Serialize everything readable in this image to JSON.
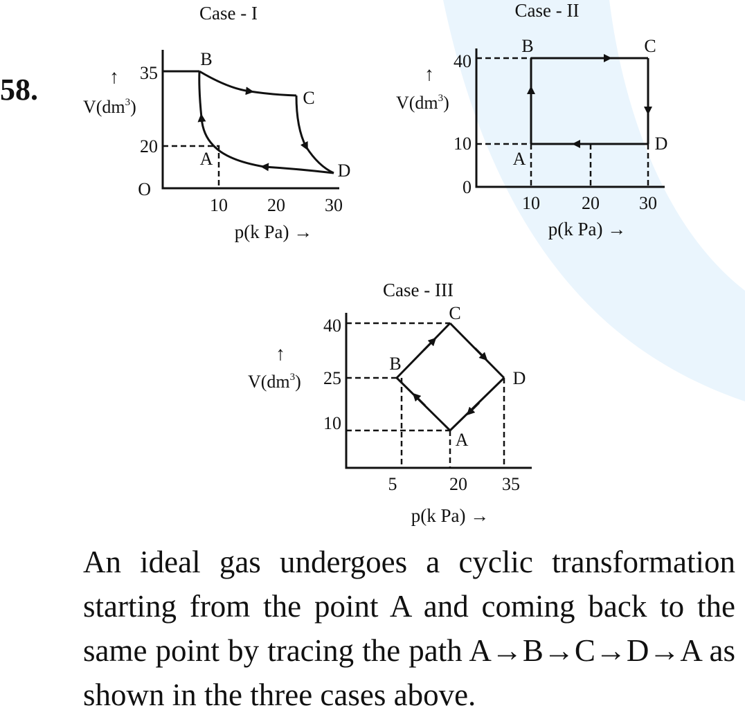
{
  "question": {
    "number": "58.",
    "text": "An ideal gas undergoes a cyclic transformation starting from the point A and coming back to the same point by tracing the path A→B→C→D→A as shown in the three cases above."
  },
  "colors": {
    "ink": "#111111",
    "watermark": "#eaf5fd",
    "background": "#ffffff"
  },
  "figures": {
    "case1": {
      "title": "Case - I",
      "ylabel_arrow": "↑",
      "ylabel": "V(dm",
      "ylabel_sup": "3",
      "ylabel_close": ")",
      "xlabel": "p(k Pa) →",
      "origin": "O",
      "yticks": [
        "35",
        "20"
      ],
      "xticks": [
        "10",
        "20",
        "30"
      ],
      "points": [
        "A",
        "B",
        "C",
        "D"
      ]
    },
    "case2": {
      "title": "Case - II",
      "ylabel_arrow": "↑",
      "ylabel": "V(dm",
      "ylabel_sup": "3",
      "ylabel_close": ")",
      "xlabel": "p(k Pa) →",
      "origin": "0",
      "yticks": [
        "40",
        "10"
      ],
      "xticks": [
        "10",
        "20",
        "30"
      ],
      "points": [
        "A",
        "B",
        "C",
        "D"
      ]
    },
    "case3": {
      "title": "Case - III",
      "ylabel_arrow": "↑",
      "ylabel": "V(dm",
      "ylabel_sup": "3",
      "ylabel_close": ")",
      "xlabel": "p(k Pa) →",
      "yticks": [
        "40",
        "25",
        "10"
      ],
      "xticks": [
        "5",
        "20",
        "35"
      ],
      "points": [
        "A",
        "B",
        "C",
        "D"
      ]
    }
  }
}
